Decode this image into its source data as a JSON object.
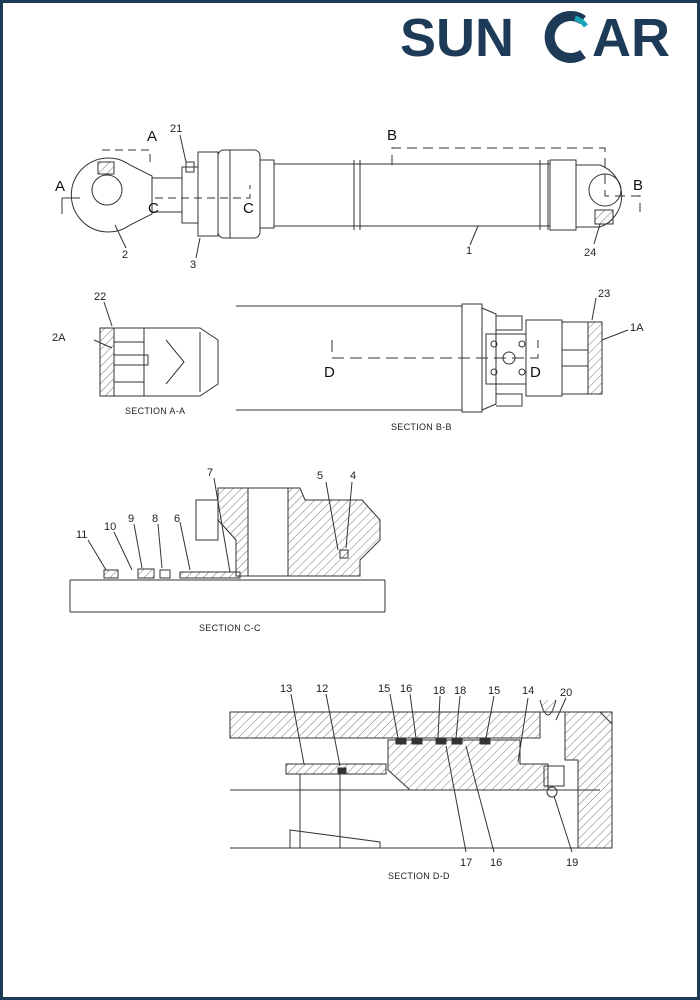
{
  "brand": {
    "name": "SUNCAR",
    "text_before": "SUN",
    "text_after": "AR",
    "color": "#1d3b57",
    "accent": "#1aa6b7"
  },
  "view_markers": [
    "A",
    "A",
    "B",
    "B",
    "C",
    "C",
    "D",
    "D"
  ],
  "top_view_parts": [
    "21",
    "2",
    "3",
    "1",
    "24"
  ],
  "section_aa": {
    "caption": "SECTION A-A",
    "parts": [
      "22",
      "2A"
    ]
  },
  "section_bb": {
    "caption": "SECTION B-B",
    "parts": [
      "23",
      "1A"
    ]
  },
  "section_cc": {
    "caption": "SECTION C-C",
    "parts": [
      "7",
      "5",
      "4",
      "11",
      "10",
      "9",
      "8",
      "6"
    ]
  },
  "section_dd": {
    "caption": "SECTION D-D",
    "parts": [
      "13",
      "12",
      "15",
      "16",
      "18",
      "18",
      "15",
      "14",
      "20",
      "17",
      "16",
      "19"
    ]
  }
}
